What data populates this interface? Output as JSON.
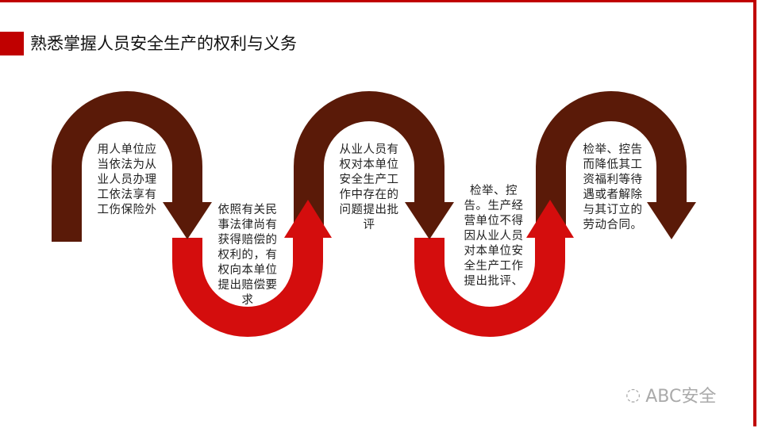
{
  "title": "熟悉掌握人员安全生产的权利与义务",
  "steps": [
    {
      "text": "用人单位应当依法为从业人员办理工依法享有工伤保险外"
    },
    {
      "text": "依照有关民事法律尚有获得赔偿的权利的，有权向本单位提出赔偿要求"
    },
    {
      "text": "从业人员有权对本单位安全生产工作中存在的问题提出批评"
    },
    {
      "text": "检举、控告。生产经营单位不得因从业人员对本单位安全生产工作提出批评、"
    },
    {
      "text": "检举、控告而降低其工资福利等待遇或者解除与其订立的劳动合同。"
    }
  ],
  "watermark": "ABC安全",
  "colors": {
    "brown": "#5a1a08",
    "red": "#d40d0d",
    "accent": "#c00000"
  }
}
